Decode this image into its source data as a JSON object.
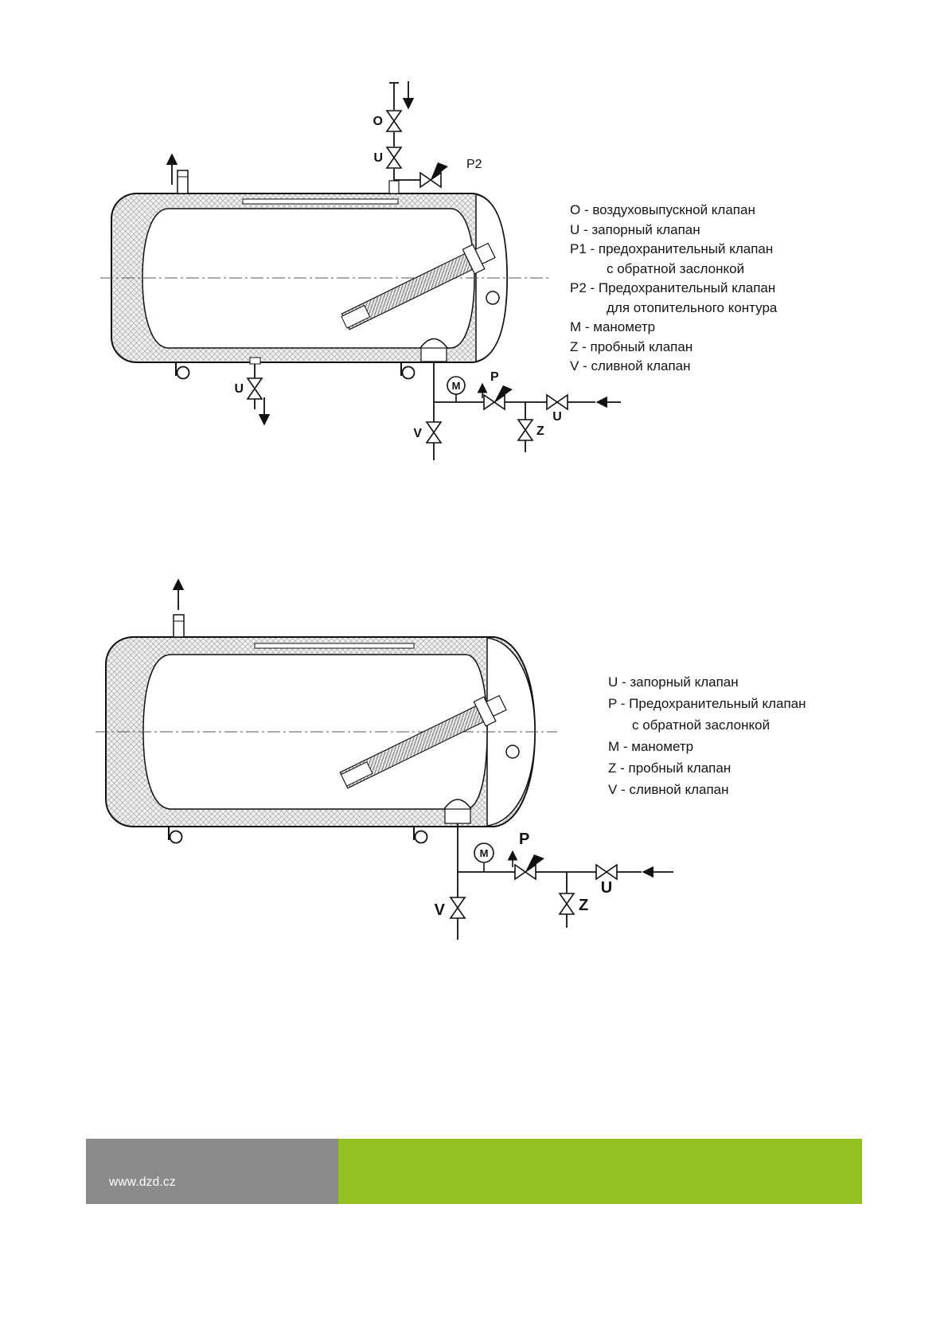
{
  "diagram1": {
    "labels": {
      "air": "O",
      "shutoff_top": "U",
      "p2": "P2",
      "shutoff_bottom": "U",
      "manometer": "M",
      "safety": "P",
      "shutoff_inlet": "U",
      "test": "Z",
      "drain": "V"
    },
    "legend": [
      {
        "text": "O - воздуховыпускной клапан"
      },
      {
        "text": "U - запорный клапан"
      },
      {
        "text": "P1 - предохранительный клапан"
      },
      {
        "text": "с обратной заслонкой"
      },
      {
        "text": "P2 - Предохранительный клапан"
      },
      {
        "text": "для отопительного контура"
      },
      {
        "text": "M - манометр"
      },
      {
        "text": "Z - пробный клапан"
      },
      {
        "text": "V - сливной клапан"
      }
    ]
  },
  "diagram2": {
    "labels": {
      "manometer": "M",
      "safety": "P",
      "shutoff_inlet": "U",
      "test": "Z",
      "drain": "V"
    },
    "legend": [
      {
        "text": "U - запорный клапан"
      },
      {
        "text": "P - Предохранительный клапан"
      },
      {
        "text": "с обратной заслонкой"
      },
      {
        "text": "M - манометр"
      },
      {
        "text": "Z - пробный клапан"
      },
      {
        "text": "V - сливной клапан"
      }
    ]
  },
  "footer": {
    "url": "www.dzd.cz",
    "gray_color": "#8b8b8b",
    "green_color": "#94c122"
  }
}
